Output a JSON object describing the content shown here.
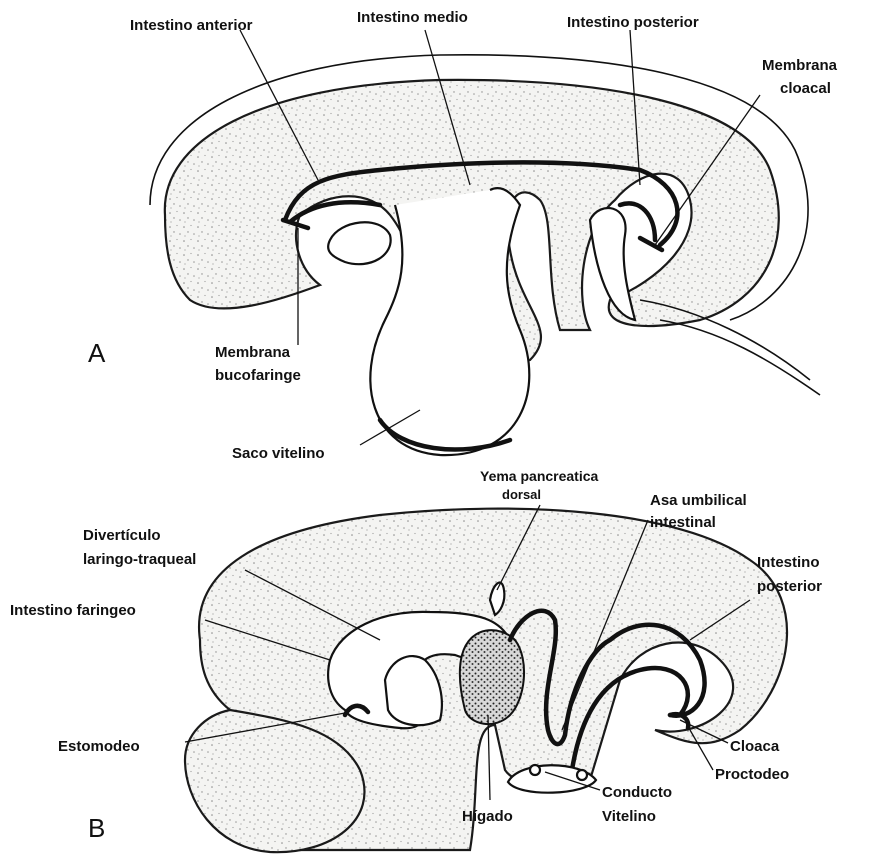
{
  "figure": {
    "panel_a": {
      "letter": "A",
      "labels": {
        "intestino_anterior": "Intestino anterior",
        "intestino_medio": "Intestino medio",
        "intestino_posterior": "Intestino posterior",
        "membrana_cloacal_1": "Membrana",
        "membrana_cloacal_2": "cloacal",
        "membrana_bucofaringe_1": "Membrana",
        "membrana_bucofaringe_2": "bucofaringe",
        "saco_vitelino": "Saco vitelino"
      }
    },
    "panel_b": {
      "letter": "B",
      "labels": {
        "yema_pancreatica_1": "Yema pancreatica",
        "yema_pancreatica_2": "dorsal",
        "asa_umbilical_1": "Asa umbilical",
        "asa_umbilical_2": "intestinal",
        "diverticulo_1": "Divertículo",
        "diverticulo_2": "laringo-traqueal",
        "intestino_faringeo": "Intestino faringeo",
        "intestino_posterior_1": "Intestino",
        "intestino_posterior_2": "posterior",
        "estomodeo": "Estomodeo",
        "cloaca": "Cloaca",
        "proctodeo": "Proctodeo",
        "conducto_vitelino_1": "Conducto",
        "conducto_vitelino_2": "Vitelino",
        "higado": "Hígado"
      }
    }
  }
}
